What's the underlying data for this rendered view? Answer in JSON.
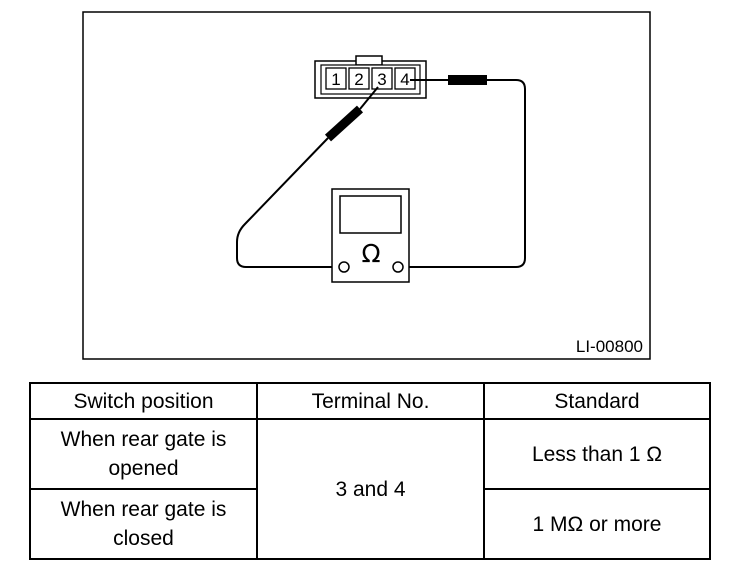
{
  "diagram": {
    "connector_terminals": [
      "1",
      "2",
      "3",
      "4"
    ],
    "meter_symbol": "Ω",
    "figure_id": "LI-00800",
    "icons": [
      "connector-icon",
      "ohmmeter-icon",
      "test-probe-icon"
    ]
  },
  "table": {
    "headers": [
      "Switch position",
      "Terminal No.",
      "Standard"
    ],
    "rows": [
      {
        "position": "When rear gate is opened",
        "terminal": "3 and 4",
        "standard": "Less than 1 Ω"
      },
      {
        "position": "When rear gate is closed",
        "terminal": "3 and 4",
        "standard": "1 MΩ or more"
      }
    ]
  }
}
